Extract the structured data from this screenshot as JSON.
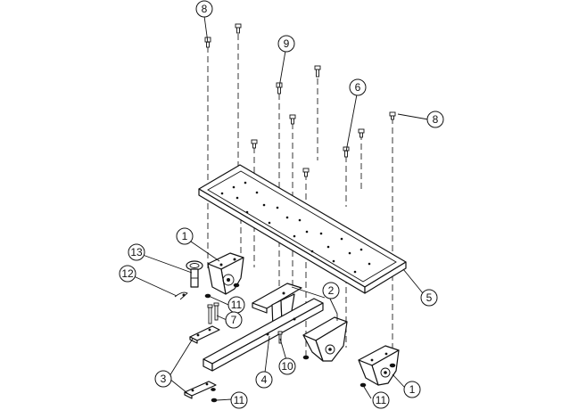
{
  "balloons": [
    {
      "id": "b8a",
      "label": "8"
    },
    {
      "id": "b9",
      "label": "9"
    },
    {
      "id": "b6",
      "label": "6"
    },
    {
      "id": "b8b",
      "label": "8"
    },
    {
      "id": "b1a",
      "label": "1"
    },
    {
      "id": "b13",
      "label": "13"
    },
    {
      "id": "b12",
      "label": "12"
    },
    {
      "id": "b11a",
      "label": "11"
    },
    {
      "id": "b7",
      "label": "7"
    },
    {
      "id": "b2",
      "label": "2"
    },
    {
      "id": "b5",
      "label": "5"
    },
    {
      "id": "b3",
      "label": "3"
    },
    {
      "id": "b4",
      "label": "4"
    },
    {
      "id": "b10",
      "label": "10"
    },
    {
      "id": "b11b",
      "label": "11"
    },
    {
      "id": "b11c",
      "label": "11"
    },
    {
      "id": "b1b",
      "label": "1"
    }
  ]
}
